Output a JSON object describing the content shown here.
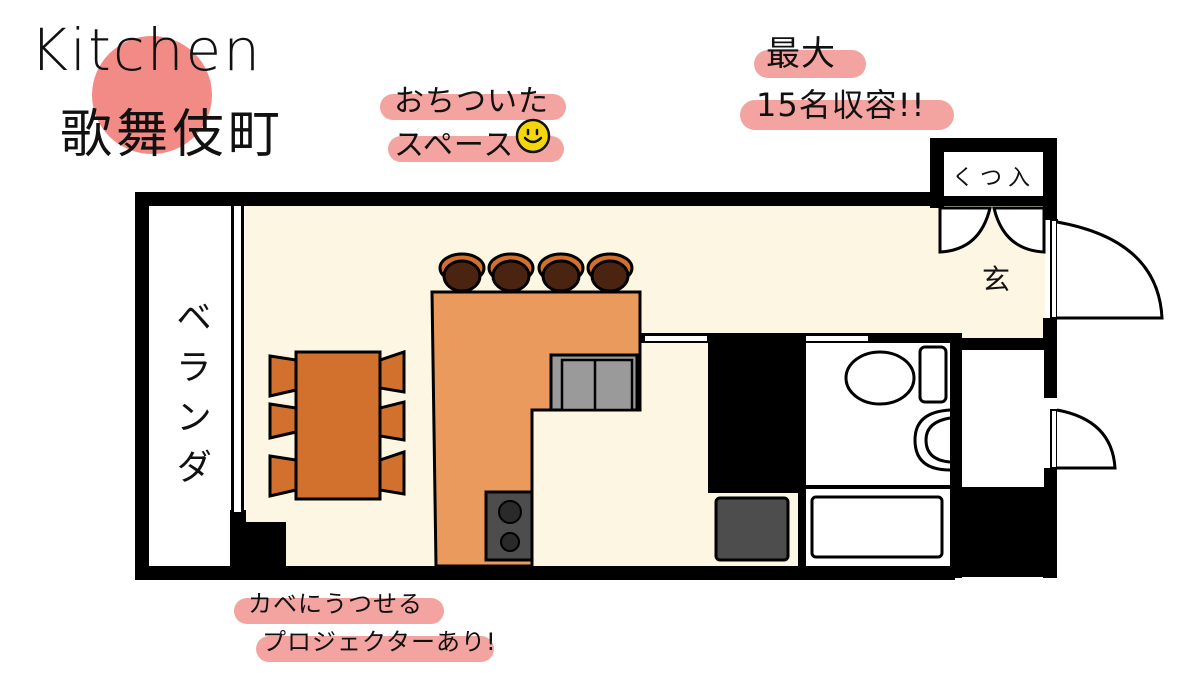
{
  "title": {
    "line1": "Kitchen",
    "line2": "歌舞伎町",
    "accent_circle_color": "#f28b86"
  },
  "callouts": {
    "calm_space": {
      "line1": "おちついた",
      "line2": "スペース",
      "icon": "smiley-icon"
    },
    "capacity": {
      "line1": "最大",
      "line2": "15名収容!!"
    },
    "projector": {
      "line1": "カベにうつせる",
      "line2": "プロジェクターあり!"
    }
  },
  "floor_plan": {
    "rooms": {
      "balcony": "ベランダ",
      "shoe_closet": "くつ入",
      "entrance": "玄"
    },
    "furniture": {
      "dining_table_chairs": 6,
      "counter_stools": 4,
      "stove_burners": 2,
      "sink_basins": 2
    }
  },
  "colors": {
    "highlight": "#f4a4a0",
    "floor": "#fdf6e3",
    "counter": "#eb9a5e",
    "table": "#d2702e",
    "stool_top": "#d2702e",
    "stool_seat": "#4a2410",
    "appliance_gray": "#9a9a9a",
    "stove": "#4d4d4d",
    "wall": "#000000",
    "smiley": "#f5d60a"
  }
}
